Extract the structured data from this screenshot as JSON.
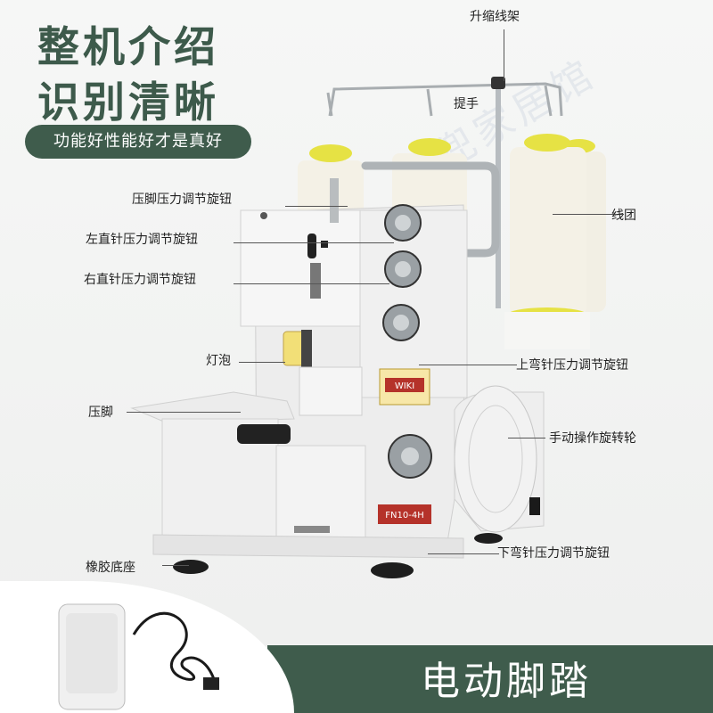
{
  "headline": {
    "line1": "整机介绍",
    "line2": "识别清晰"
  },
  "tagline": "功能好性能好才是真好",
  "watermark": "魔兜家居馆",
  "labels": {
    "thread_stand": "升缩线架",
    "handle": "提手",
    "presser_knob": "压脚压力调节旋钮",
    "left_needle_knob": "左直针压力调节旋钮",
    "right_needle_knob": "右直针压力调节旋钮",
    "thread_cone": "线团",
    "bulb": "灯泡",
    "upper_looper_knob": "上弯针压力调节旋钮",
    "presser_foot": "压脚",
    "handwheel": "手动操作旋转轮",
    "lower_looper_knob": "下弯针压力调节旋钮",
    "rubber_base": "橡胶底座"
  },
  "machine": {
    "brand_plate": "WIKI",
    "model_plate": "FN10-4H"
  },
  "footer": {
    "title": "电动脚踏"
  },
  "colors": {
    "brand_green": "#3f5c4c",
    "cone_yellow": "#e6e244",
    "plate_red": "#b5322a"
  }
}
